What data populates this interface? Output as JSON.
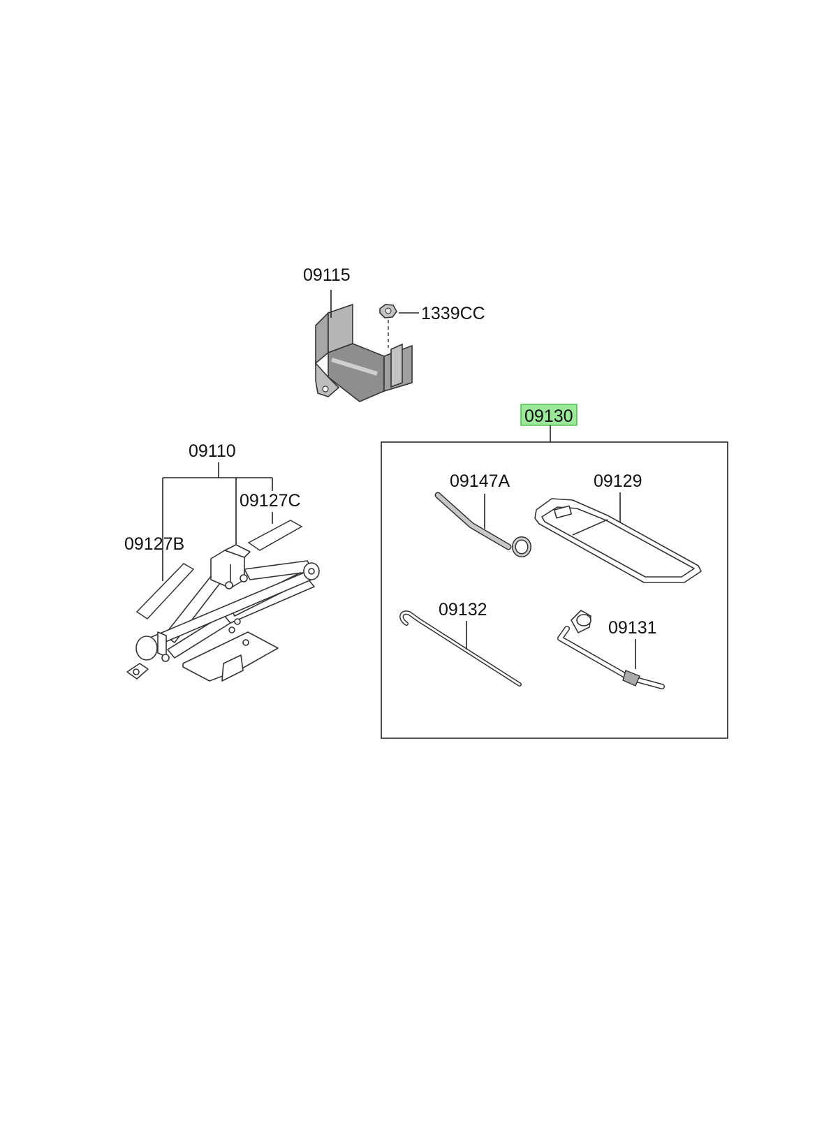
{
  "parts": {
    "p09115": "09115",
    "p1339cc": "1339CC",
    "p09130": "09130",
    "p09110": "09110",
    "p09127c": "09127C",
    "p09127b": "09127B",
    "p09147a": "09147A",
    "p09129": "09129",
    "p09132": "09132",
    "p09131": "09131"
  },
  "colors": {
    "highlight_fill": "#9be89b",
    "highlight_border": "#2fb32f",
    "bracket_fill": "#9a9a9a"
  }
}
